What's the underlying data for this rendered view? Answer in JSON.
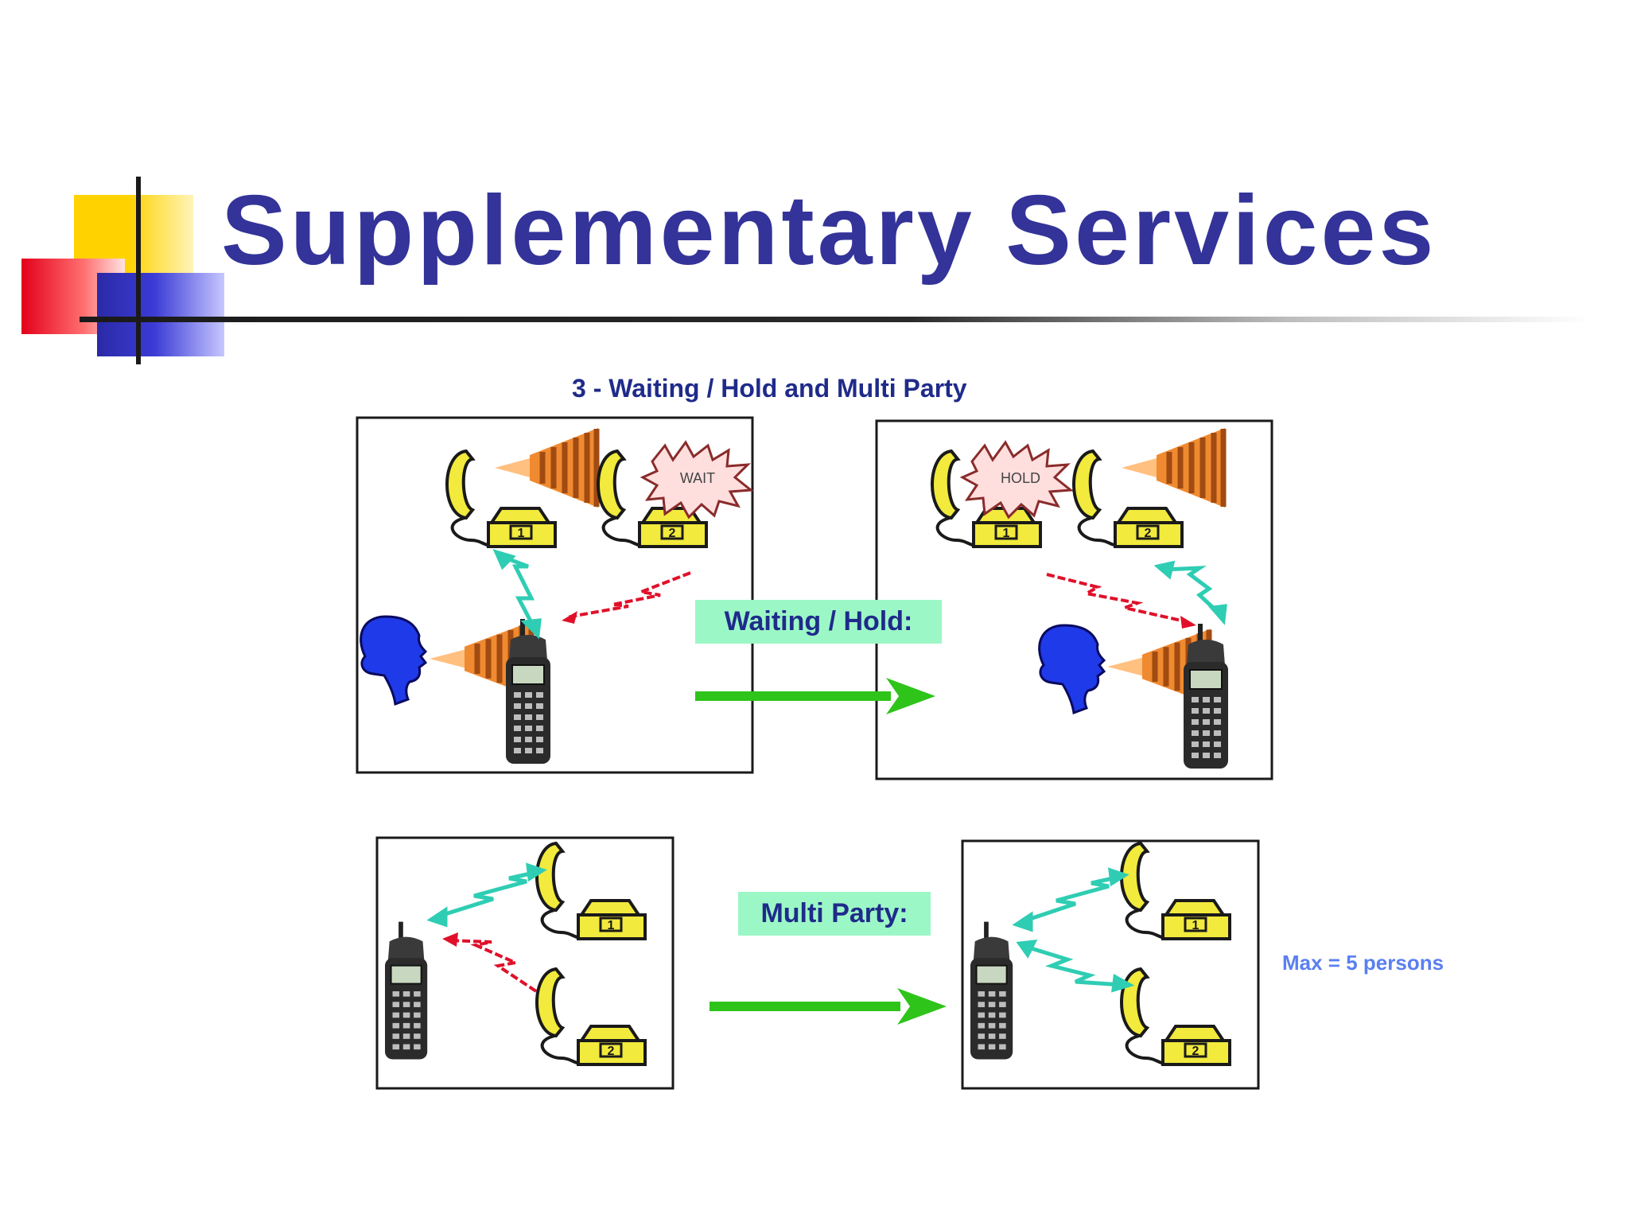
{
  "title": "Supplementary Services",
  "diagram": {
    "subtitle": "3 - Waiting / Hold and Multi Party",
    "waiting_hold_label": "Waiting / Hold:",
    "multi_party_label": "Multi Party:",
    "max_note": "Max = 5 persons",
    "wait_burst": "WAIT",
    "hold_burst": "HOLD",
    "phone_1": "1",
    "phone_2": "2"
  },
  "colors": {
    "title": "#333399",
    "label_bg": "#9cf7c6",
    "arrow_green": "#2ec41a",
    "signal_cyan": "#2fcdb3",
    "signal_red": "#e0102a",
    "phone_yellow": "#f2ea3c",
    "head_blue": "#1f3ae8",
    "sound_brown": "#a14b12"
  }
}
